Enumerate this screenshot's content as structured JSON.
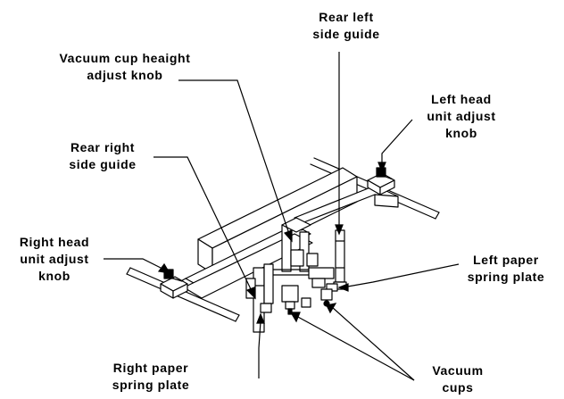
{
  "colors": {
    "line": "#000000",
    "background": "#ffffff"
  },
  "labels": {
    "rear_left_side_guide": [
      "Rear left",
      "side guide"
    ],
    "vacuum_cup_height_adjust_knob": [
      "Vacuum cup heaight",
      "adjust knob"
    ],
    "left_head_unit_adjust_knob": [
      "Left head",
      "unit adjust",
      "knob"
    ],
    "rear_right_side_guide": [
      "Rear right",
      "side guide"
    ],
    "right_head_unit_adjust_knob": [
      "Right head",
      "unit adjust",
      "knob"
    ],
    "left_paper_spring_plate": [
      "Left paper",
      "spring plate"
    ],
    "right_paper_spring_plate": [
      "Right paper",
      "spring plate"
    ],
    "vacuum_cups": [
      "Vacuum",
      "cups"
    ]
  }
}
